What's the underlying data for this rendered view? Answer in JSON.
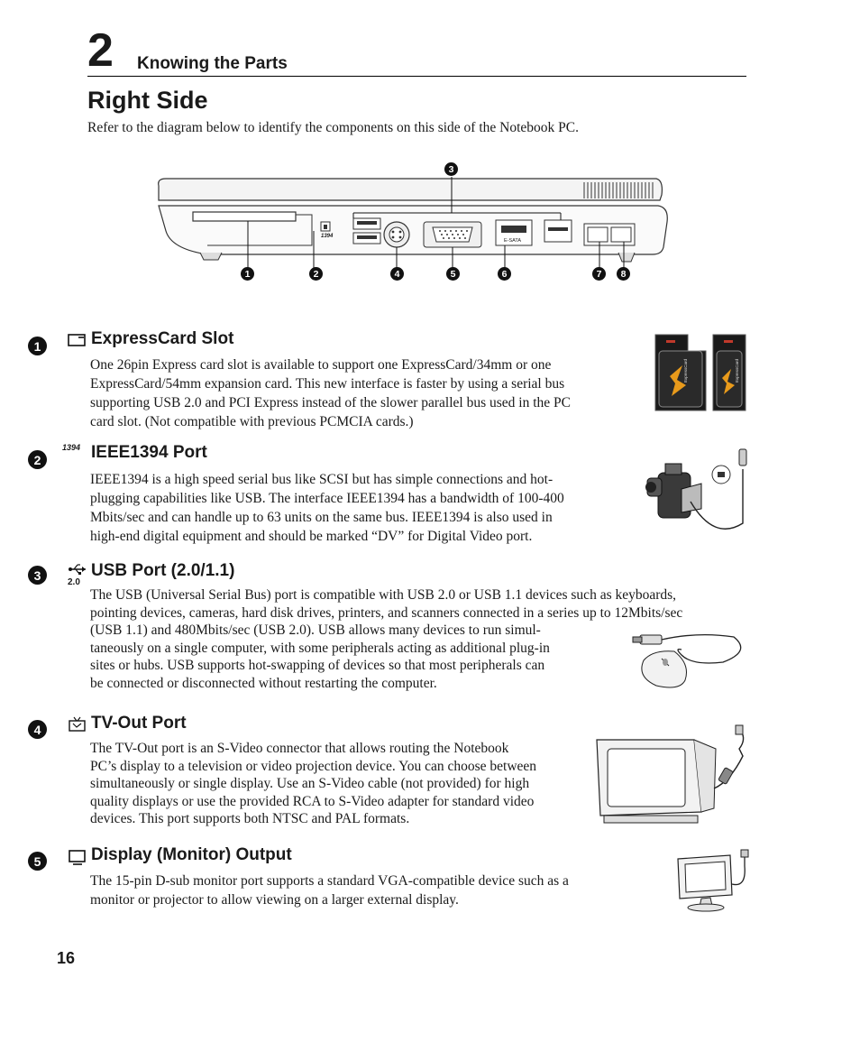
{
  "header": {
    "chapter_number": "2",
    "chapter_title": "Knowing the Parts"
  },
  "page_title": "Right Side",
  "intro": "Refer to the diagram below to identify the components on this side of the Notebook PC.",
  "diagram": {
    "callouts": [
      "1",
      "2",
      "3",
      "4",
      "5",
      "6",
      "7",
      "8"
    ],
    "port_labels": {
      "ieee1394": "1394",
      "esata": "E-SATA"
    },
    "card_text": "ExpressCard"
  },
  "sections": [
    {
      "number": "1",
      "icon": "expresscard-icon",
      "title": "ExpressCard Slot",
      "lines": [
        "One 26pin Express card slot is available to support one ExpressCard/34mm or one",
        "ExpressCard/54mm expansion card. This new interface is faster by using a serial bus",
        "supporting USB 2.0 and PCI Express instead of the slower parallel bus used in the PC",
        "card slot. (Not compatible with previous PCMCIA cards.)"
      ]
    },
    {
      "number": "2",
      "icon": "ieee1394-icon",
      "icon_text": "1394",
      "title": "IEEE1394 Port",
      "lines": [
        "IEEE1394 is a high speed serial bus like SCSI but has simple connections and hot-",
        "plugging capabilities like USB. The interface IEEE1394 has a bandwidth of 100-400",
        "Mbits/sec and can handle up to 63 units on the same bus. IEEE1394 is also used in",
        "high-end digital equipment and should be marked “DV” for Digital Video port."
      ]
    },
    {
      "number": "3",
      "icon": "usb-icon",
      "icon_text": "2.0",
      "title": "USB Port (2.0/1.1)",
      "lines": [
        "The USB (Universal Serial Bus) port is compatible with USB 2.0 or USB 1.1 devices such as keyboards,",
        "pointing devices, cameras, hard disk drives, printers, and scanners connected in a series up to 12Mbits/sec",
        "(USB 1.1) and 480Mbits/sec (USB 2.0). USB allows many devices to run simul-",
        "taneously on a single computer, with some peripherals acting as additional plug-in",
        "sites or hubs. USB supports hot-swapping of devices so that most peripherals can",
        "be connected or disconnected without restarting the computer."
      ]
    },
    {
      "number": "4",
      "icon": "tv-out-icon",
      "title": "TV-Out Port",
      "lines": [
        "The TV-Out port is an S-Video connector that allows routing the Notebook",
        "PC’s display to a television or video projection device. You can choose between",
        "simultaneously or single display. Use an S-Video cable (not provided) for high",
        "quality displays or use the provided RCA to S-Video adapter for standard video",
        "devices. This port supports both NTSC and PAL formats."
      ]
    },
    {
      "number": "5",
      "icon": "monitor-icon",
      "title": "Display (Monitor) Output",
      "lines": [
        "The 15-pin D-sub monitor port supports a standard VGA-compatible device such as a",
        "monitor or projector to allow viewing on a larger external display."
      ]
    }
  ],
  "page_number": "16"
}
